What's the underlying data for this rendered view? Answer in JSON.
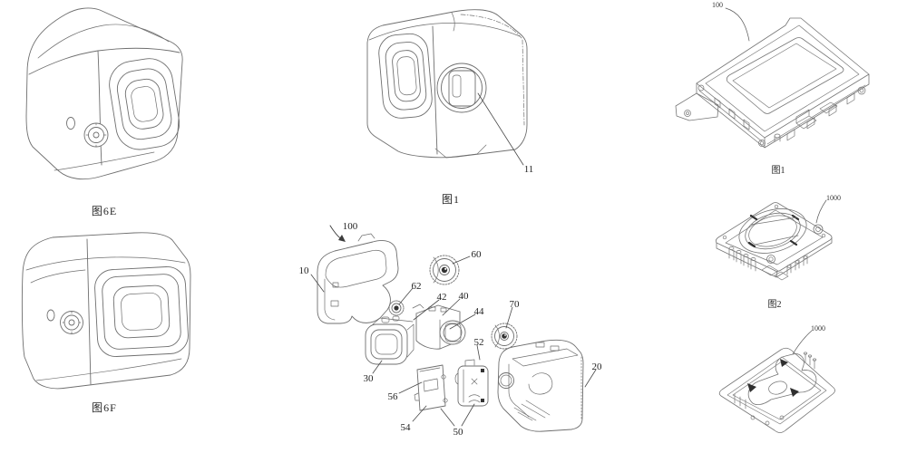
{
  "page": {
    "background": "#ffffff",
    "line_color": "#6a6a6a",
    "dark_line_color": "#474747",
    "callout_color": "#1f1f1f"
  },
  "figures": {
    "fig6e": {
      "label": "图6E"
    },
    "fig6f": {
      "label": "图6F"
    },
    "mid1": {
      "label": "图1",
      "callouts": {
        "c11": "11"
      }
    },
    "exploded": {
      "callouts": {
        "c100": "100",
        "c10": "10",
        "c62": "62",
        "c42": "42",
        "c40": "40",
        "c44": "44",
        "c60": "60",
        "c70": "70",
        "c52": "52",
        "c30": "30",
        "c56": "56",
        "c54": "54",
        "c50": "50",
        "c20": "20"
      }
    },
    "right1": {
      "label": "图1",
      "callouts": {
        "c100": "100"
      }
    },
    "right2": {
      "label": "图2",
      "callouts": {
        "c1000": "1000"
      }
    },
    "right3": {
      "callouts": {
        "c1000": "1000"
      }
    }
  }
}
